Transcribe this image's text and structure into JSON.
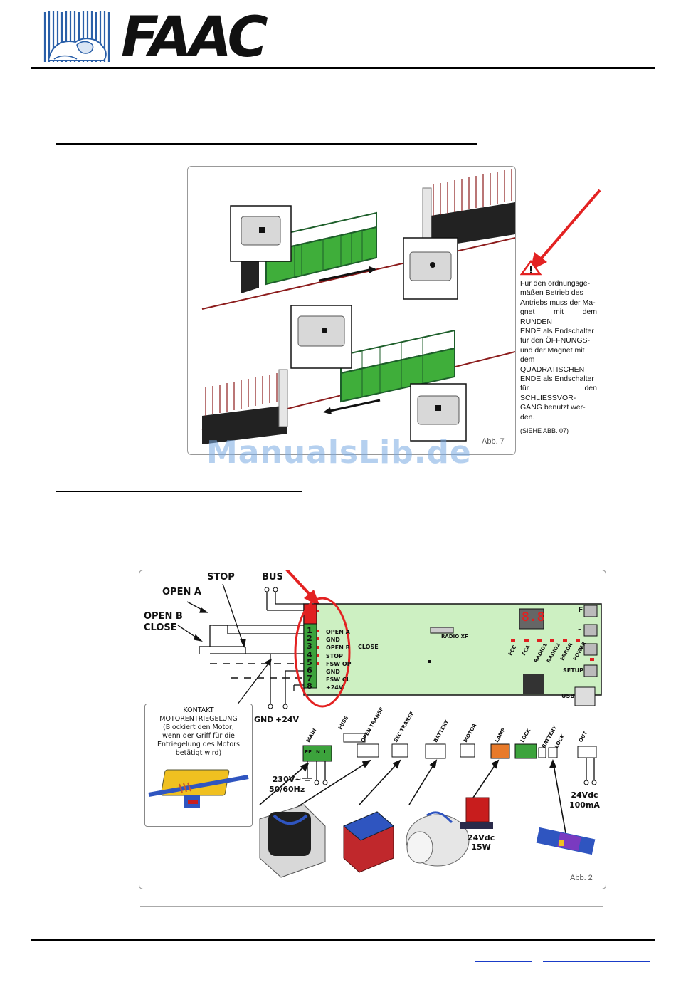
{
  "header": {
    "logo_text": "FAAC"
  },
  "figure7": {
    "label": "Abb. 7",
    "warning_lines": [
      "Für den ordnungsge-",
      "mäßen Betrieb des",
      "Antriebs muss der Ma-",
      "gnet mit dem RUNDEN",
      "ENDE als Endschalter",
      "für den ÖFFNUNGS-",
      "und der Magnet mit",
      "dem QUADRATISCHEN",
      "ENDE als Endschalter",
      "für den SCHLIESSVOR-",
      "GANG benutzt wer-",
      "den."
    ],
    "warning_ref": "(SIEHE ABB. 07)"
  },
  "watermark": "ManualsLib.de",
  "figure2": {
    "label": "Abb. 2",
    "inputs": {
      "stop": "STOP",
      "bus": "BUS",
      "open_a": "OPEN A",
      "open_b": "OPEN B",
      "close": "CLOSE"
    },
    "terminal_numbers": [
      "1",
      "2",
      "3",
      "4",
      "5",
      "6",
      "7",
      "8"
    ],
    "terminal_labels": [
      "OPEN A",
      "GND",
      "OPEN B",
      "STOP",
      "FSW OP",
      "GND",
      "FSW CL",
      "+24V"
    ],
    "close_suffix": "CLOSE",
    "radio": "RADIO XF",
    "display": "8.8",
    "leds": [
      "FCC",
      "FCA",
      "RADIO1",
      "RADIO2",
      "ERROR",
      "POWER"
    ],
    "buttons": {
      "f": "F",
      "minus": "–",
      "plus": "+",
      "setup": "SETUP",
      "usb": "USB"
    },
    "connectors": [
      "MAIN",
      "FUSE",
      "OPEN TRANSF",
      "SEC TRANSF",
      "BATTERY",
      "MOTOR",
      "LAMP",
      "LOCK",
      "BATTERY",
      "LOCK",
      "OUT"
    ],
    "main_pins": [
      "PE",
      "N",
      "L"
    ],
    "gnd_label": "GND",
    "plus24_label": "+24V",
    "mains": [
      "230V~",
      "50/60Hz"
    ],
    "lamp_spec": [
      "24Vdc",
      "15W"
    ],
    "out_spec": [
      "24Vdc",
      "100mA"
    ],
    "box": {
      "title": "KONTAKT",
      "subtitle": "MOTORENTRIEGELUNG",
      "lines": [
        "(Blockiert den Motor,",
        "wenn der Griff für die",
        "Entriegelung des Motors",
        "betätigt wird)"
      ]
    }
  },
  "colors": {
    "board": "#cdf0c2",
    "terminal_green": "#3ca33c",
    "terminal_red": "#e02020",
    "arrow_red": "#e32222",
    "gate_green": "#2f7f38",
    "watermark": "#78aae1"
  },
  "footer": {
    "links": [
      "",
      ""
    ]
  }
}
